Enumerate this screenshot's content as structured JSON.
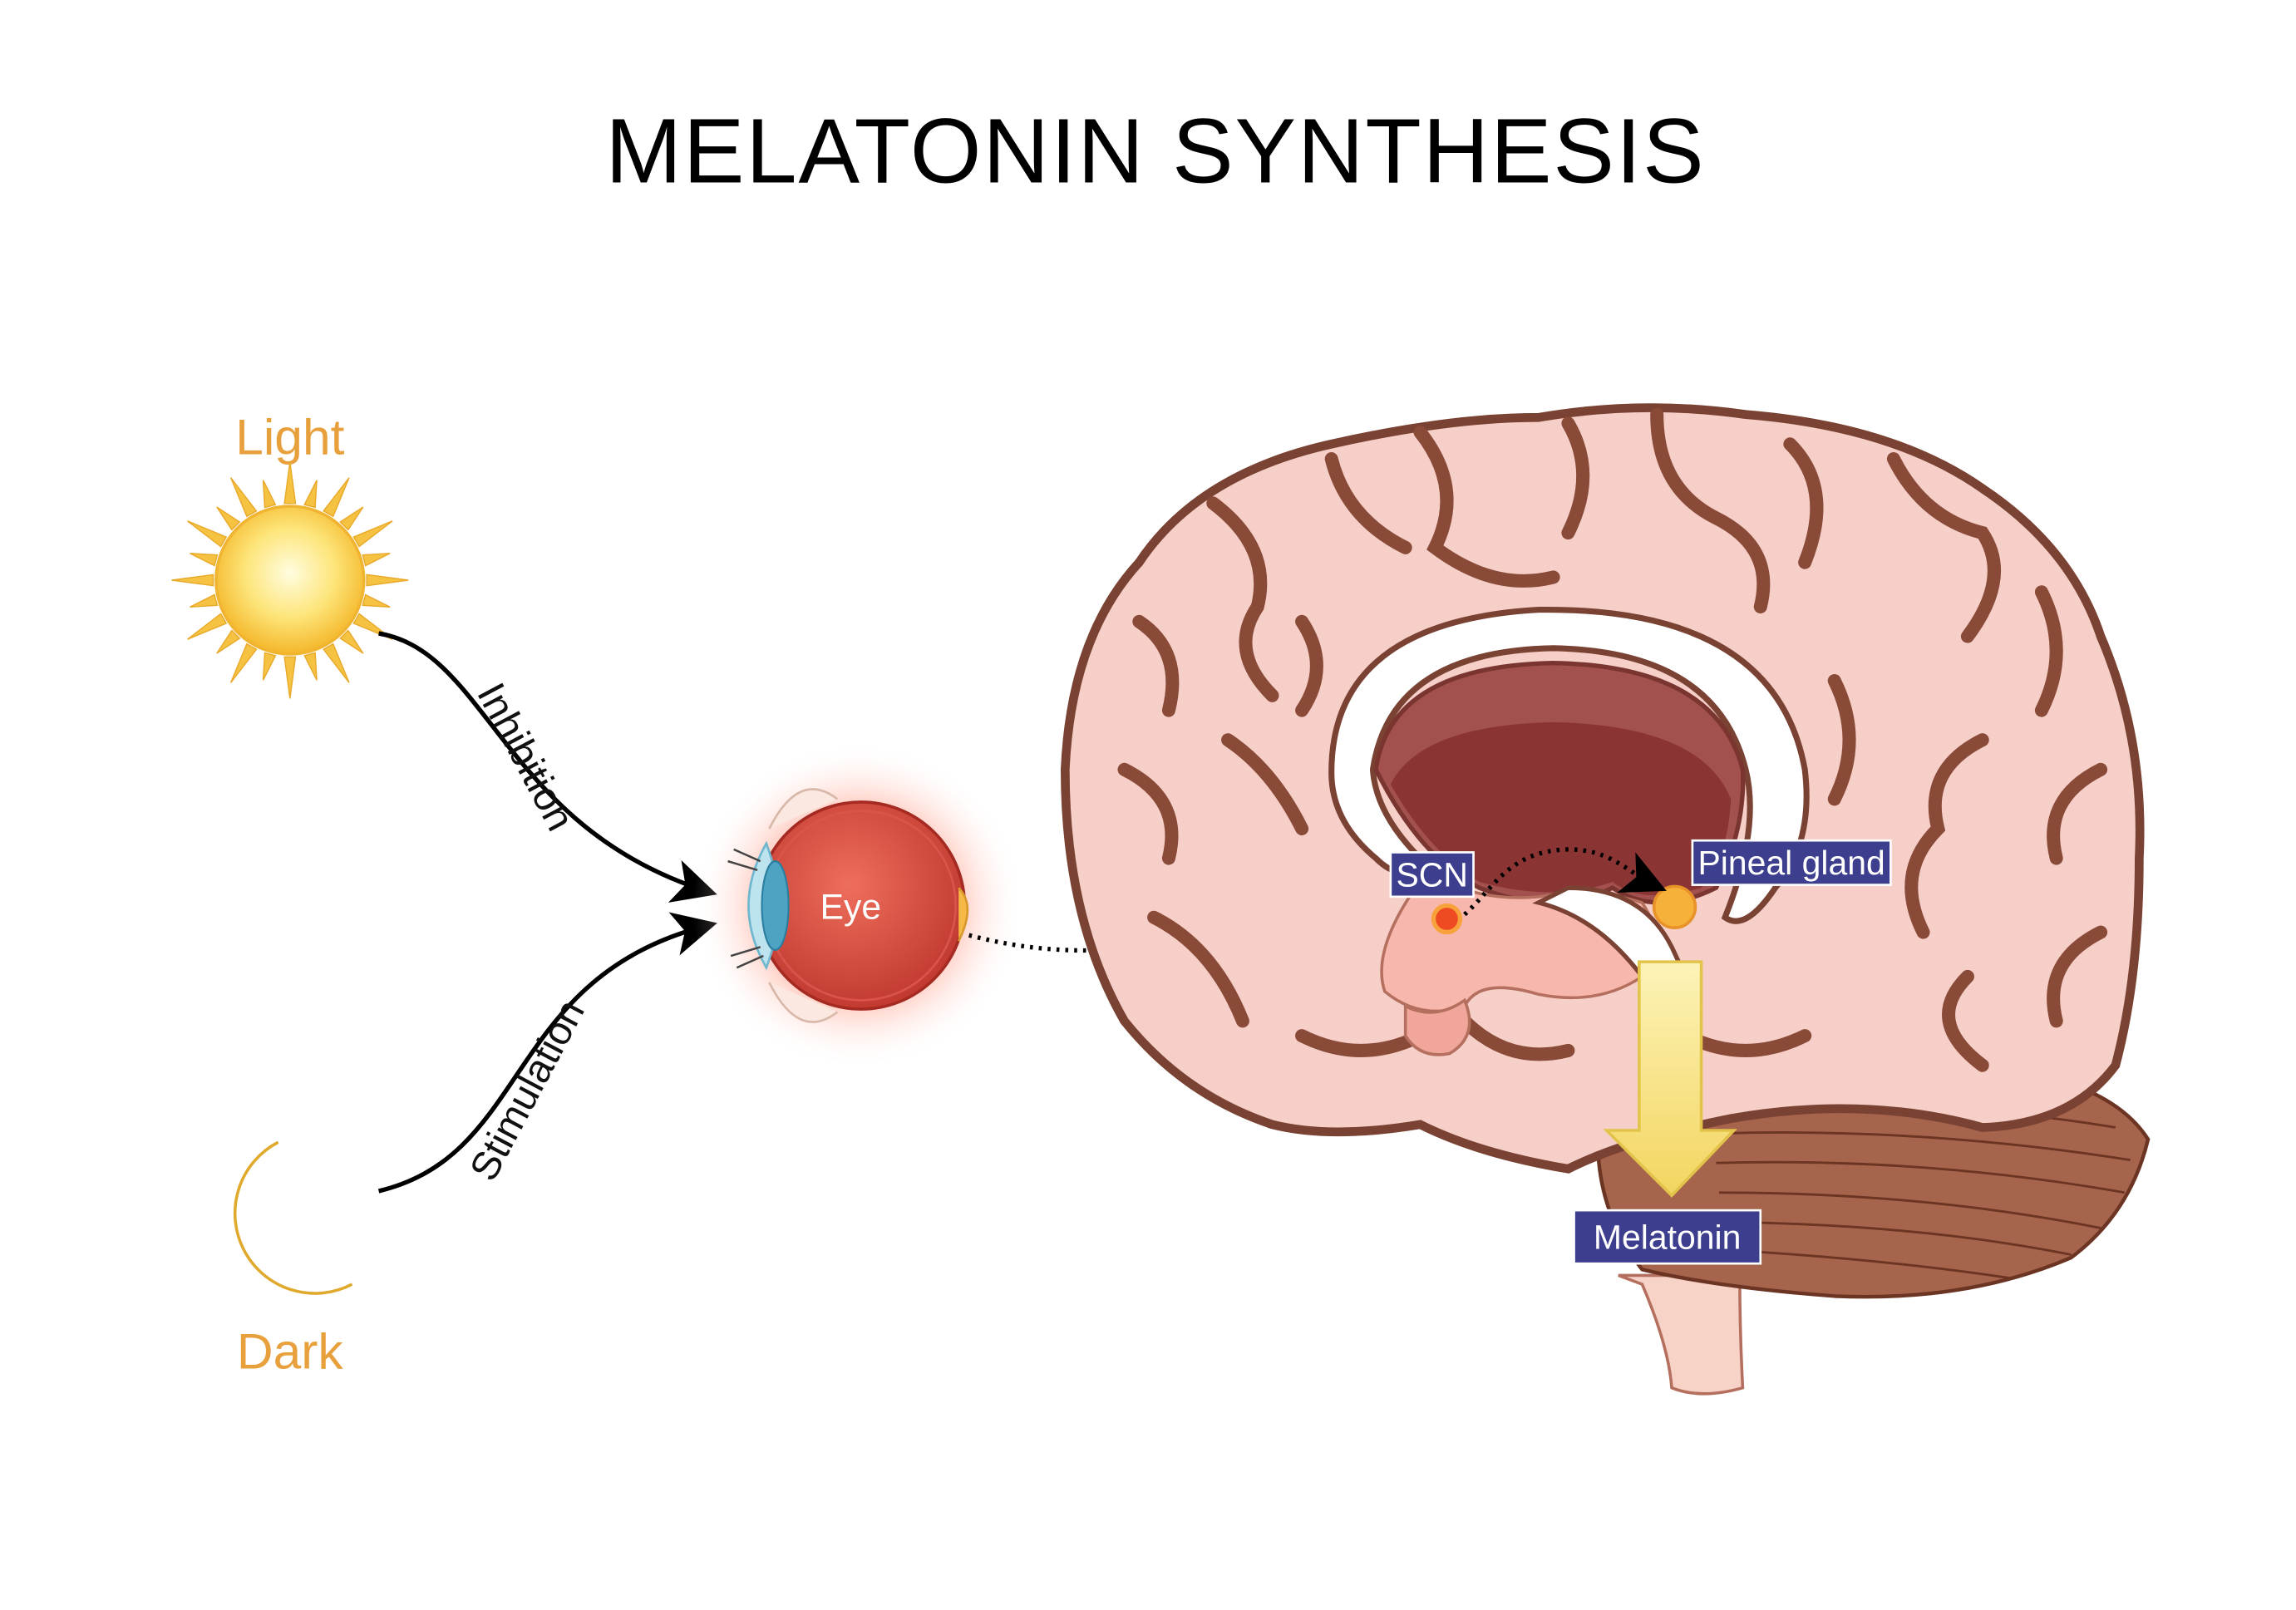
{
  "title": "MELATONIN SYNTHESIS",
  "labels": {
    "light": "Light",
    "dark": "Dark",
    "inhibition": "Inhibition",
    "stimulation": "Stimulation",
    "eye": "Eye",
    "scn": "SCN",
    "pineal": "Pineal gland",
    "melatonin": "Melatonin"
  },
  "colors": {
    "title": "#000000",
    "light_dark_label": "#e8a03c",
    "label_box": "#3d3f8e",
    "brain_fill": "#f6cfc9",
    "brain_outline": "#7a4233",
    "eye_fill": "#e85a4a",
    "sun": "#fbd94a",
    "arrow_yellow": "#f7e27e"
  },
  "icons": {
    "sun": "sun-icon",
    "moon": "crescent-moon-icon",
    "eye": "eyeball-icon",
    "brain": "brain-sagittal-icon"
  }
}
